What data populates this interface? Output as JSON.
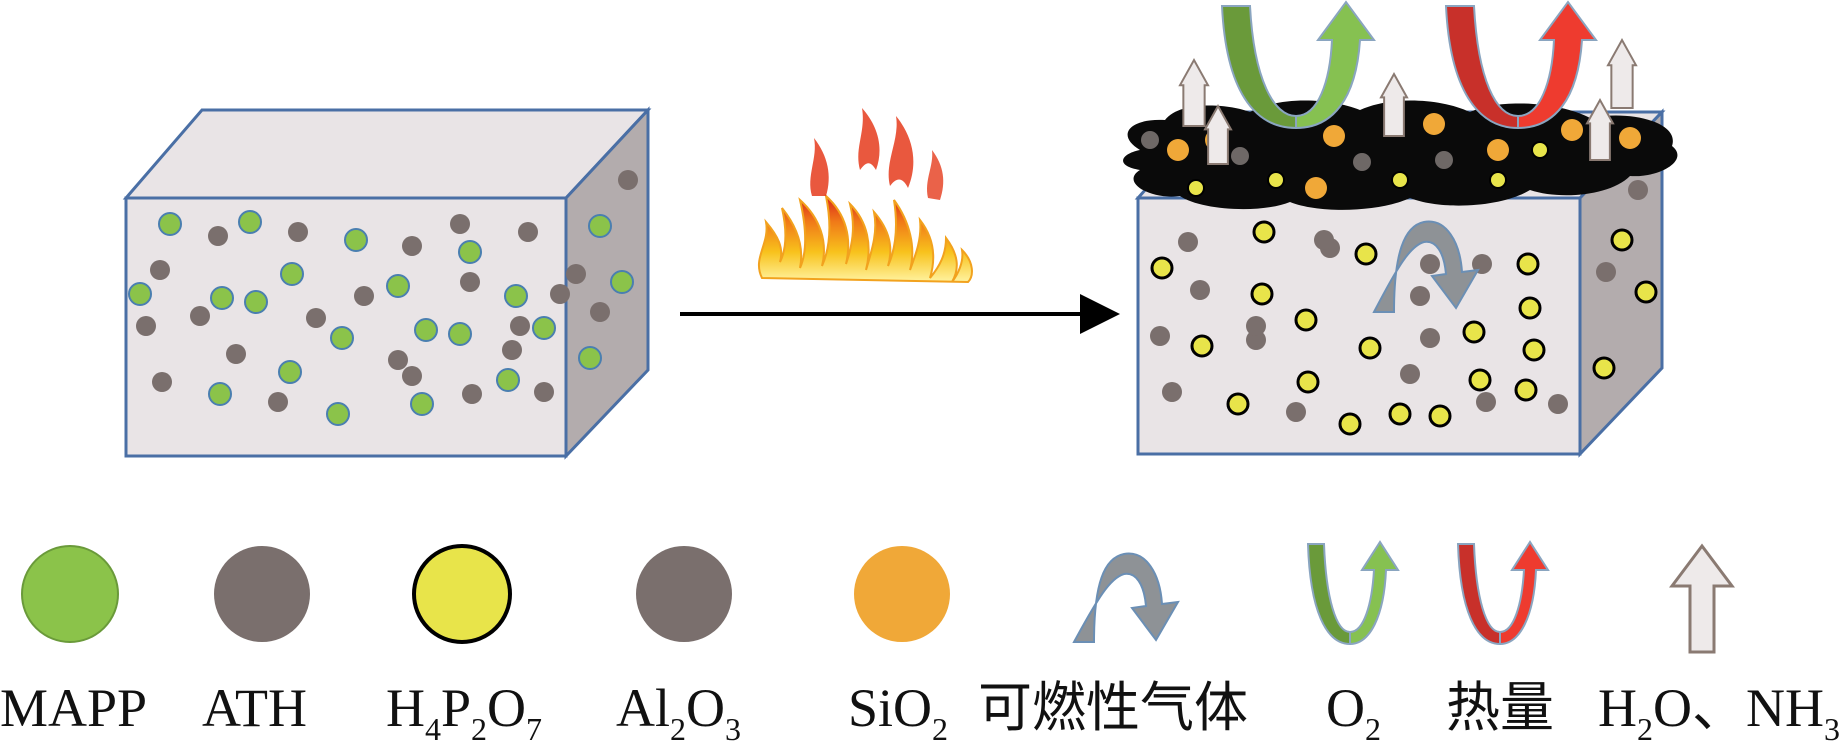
{
  "legend": {
    "mapp": {
      "label": "MAPP",
      "color": "#8bc34a"
    },
    "ath": {
      "label": "ATH",
      "color": "#7a6f6d"
    },
    "h4p2o7": {
      "base": "H",
      "s1": "4",
      "m1": "P",
      "s2": "2",
      "m2": "O",
      "s3": "7",
      "color": "#e8e44a"
    },
    "al2o3": {
      "base": "Al",
      "s1": "2",
      "m1": "O",
      "s2": "3",
      "color": "#7a6f6d"
    },
    "sio2": {
      "base": "SiO",
      "s1": "2",
      "color": "#f0a838"
    },
    "combustible_gas": {
      "label": "可燃性气体",
      "color": "#8e9296"
    },
    "o2": {
      "base": "O",
      "s1": "2",
      "color": "#7ab648"
    },
    "heat": {
      "label": "热量",
      "color": "#e63a2e"
    },
    "water_ammonia": {
      "base": "H",
      "s1": "2",
      "m1": "O、NH",
      "s2": "3",
      "color": "#eeeaea"
    }
  },
  "colors": {
    "block_face": "#e9e4e6",
    "block_side": "#b3acad",
    "block_edge": "#4a6fa5",
    "char_layer": "#0a0a0a",
    "flame_outer": "#f6b31a",
    "flame_inner": "#e53b1c"
  }
}
